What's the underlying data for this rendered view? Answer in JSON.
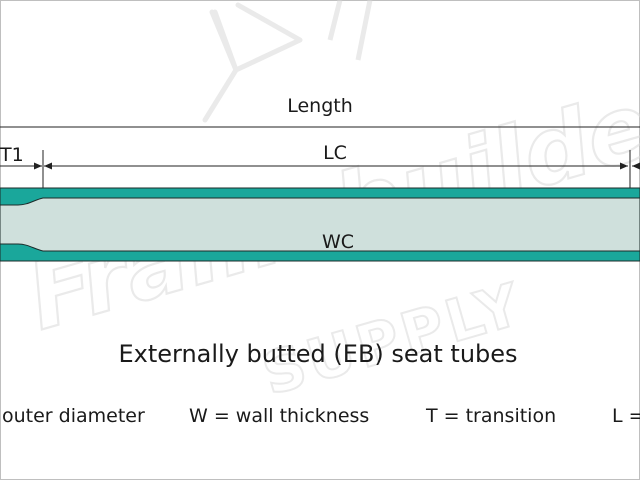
{
  "colors": {
    "background": "#ffffff",
    "tube_wall": "#1aa79b",
    "tube_bore": "#cfe0dc",
    "outline": "#1c2b2a",
    "dimension_line": "#222222",
    "watermark": "#d9d9d9",
    "border": "#bfbfbf"
  },
  "watermark": {
    "brand": "Framebuilder",
    "sub": "SUPPLY"
  },
  "dimensions": {
    "length": "Length",
    "t1": "T1",
    "lc": "LC"
  },
  "tube": {
    "center_label": "WC"
  },
  "title": "Externally butted (EB) seat tubes",
  "legend": [
    "outer diameter",
    "W = wall thickness",
    "T = transition",
    "L ="
  ],
  "icons": [
    "arrow-head-icon"
  ]
}
